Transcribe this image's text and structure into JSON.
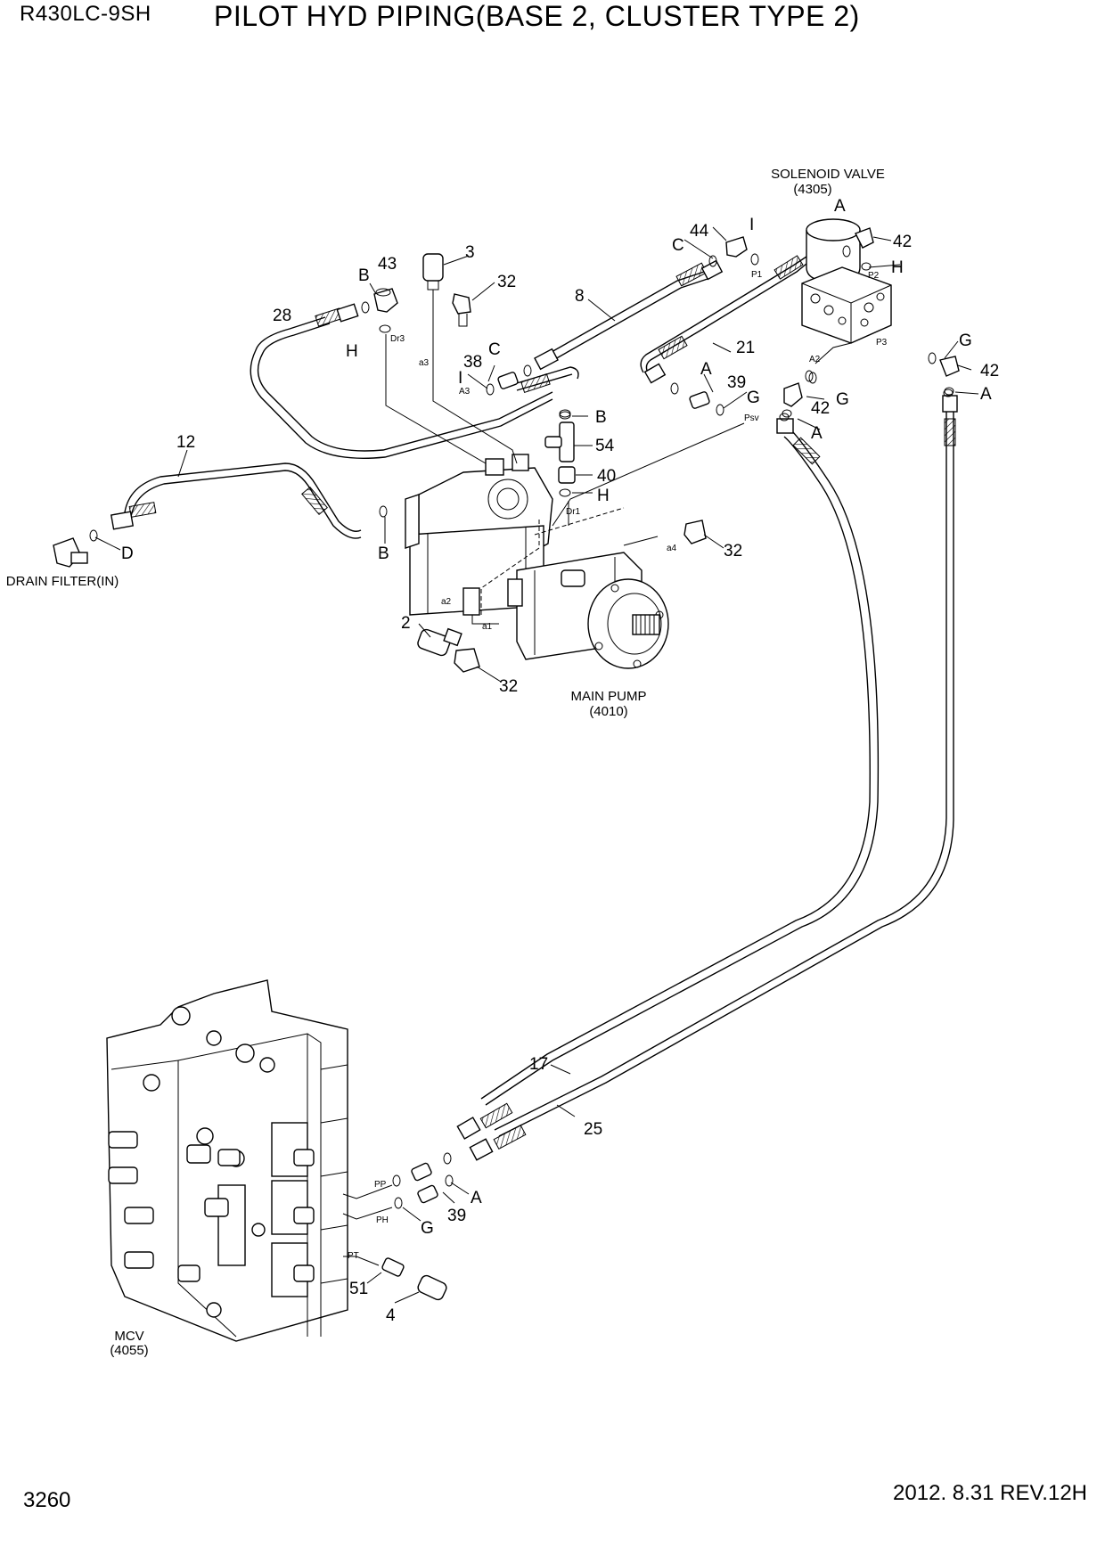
{
  "header": {
    "model": "R430LC-9SH",
    "title": "PILOT HYD PIPING(BASE 2, CLUSTER TYPE 2)"
  },
  "footer": {
    "page_number": "3260",
    "revision": "2012. 8.31  REV.12H"
  },
  "components": {
    "solenoid_valve": {
      "name": "SOLENOID VALVE",
      "code": "(4305)"
    },
    "main_pump": {
      "name": "MAIN PUMP",
      "code": "(4010)"
    },
    "mcv": {
      "name": "MCV",
      "code": "(4055)"
    },
    "drain_filter": {
      "name": "DRAIN FILTER(IN)"
    }
  },
  "callouts": [
    {
      "id": "c1",
      "text": "3"
    },
    {
      "id": "c2",
      "text": "32"
    },
    {
      "id": "c3",
      "text": "B"
    },
    {
      "id": "c4",
      "text": "43"
    },
    {
      "id": "c5",
      "text": "28"
    },
    {
      "id": "c6",
      "text": "H"
    },
    {
      "id": "c7",
      "text": "8"
    },
    {
      "id": "c8",
      "text": "C"
    },
    {
      "id": "c9",
      "text": "44"
    },
    {
      "id": "c10",
      "text": "I"
    },
    {
      "id": "c11",
      "text": "A"
    },
    {
      "id": "c12",
      "text": "42"
    },
    {
      "id": "c13",
      "text": "H"
    },
    {
      "id": "c14",
      "text": "38"
    },
    {
      "id": "c15",
      "text": "C"
    },
    {
      "id": "c16",
      "text": "I"
    },
    {
      "id": "c17",
      "text": "21"
    },
    {
      "id": "c18",
      "text": "A"
    },
    {
      "id": "c19",
      "text": "39"
    },
    {
      "id": "c20",
      "text": "G"
    },
    {
      "id": "c21",
      "text": "B"
    },
    {
      "id": "c22",
      "text": "54"
    },
    {
      "id": "c23",
      "text": "40"
    },
    {
      "id": "c24",
      "text": "H"
    },
    {
      "id": "c25",
      "text": "G"
    },
    {
      "id": "c26",
      "text": "42"
    },
    {
      "id": "c27",
      "text": "A"
    },
    {
      "id": "c28",
      "text": "42"
    },
    {
      "id": "c29",
      "text": "G"
    },
    {
      "id": "c30",
      "text": "A"
    },
    {
      "id": "c31",
      "text": "12"
    },
    {
      "id": "c32",
      "text": "D"
    },
    {
      "id": "c33",
      "text": "B"
    },
    {
      "id": "c34",
      "text": "32"
    },
    {
      "id": "c35",
      "text": "2"
    },
    {
      "id": "c36",
      "text": "32"
    },
    {
      "id": "c37",
      "text": "17"
    },
    {
      "id": "c38",
      "text": "25"
    },
    {
      "id": "c39",
      "text": "39"
    },
    {
      "id": "c40",
      "text": "A"
    },
    {
      "id": "c41",
      "text": "G"
    },
    {
      "id": "c42",
      "text": "51"
    },
    {
      "id": "c43",
      "text": "4"
    }
  ],
  "port_labels": [
    {
      "id": "p1",
      "text": "P1"
    },
    {
      "id": "p2",
      "text": "P2"
    },
    {
      "id": "p3",
      "text": "P3"
    },
    {
      "id": "p4",
      "text": "A2"
    },
    {
      "id": "p5",
      "text": "Dr3"
    },
    {
      "id": "p6",
      "text": "a3"
    },
    {
      "id": "p7",
      "text": "A3"
    },
    {
      "id": "p8",
      "text": "Psv"
    },
    {
      "id": "p9",
      "text": "Dr1"
    },
    {
      "id": "p10",
      "text": "a4"
    },
    {
      "id": "p11",
      "text": "a2"
    },
    {
      "id": "p12",
      "text": "a1"
    },
    {
      "id": "p13",
      "text": "PP"
    },
    {
      "id": "p14",
      "text": "PH"
    },
    {
      "id": "p15",
      "text": "PT"
    }
  ]
}
